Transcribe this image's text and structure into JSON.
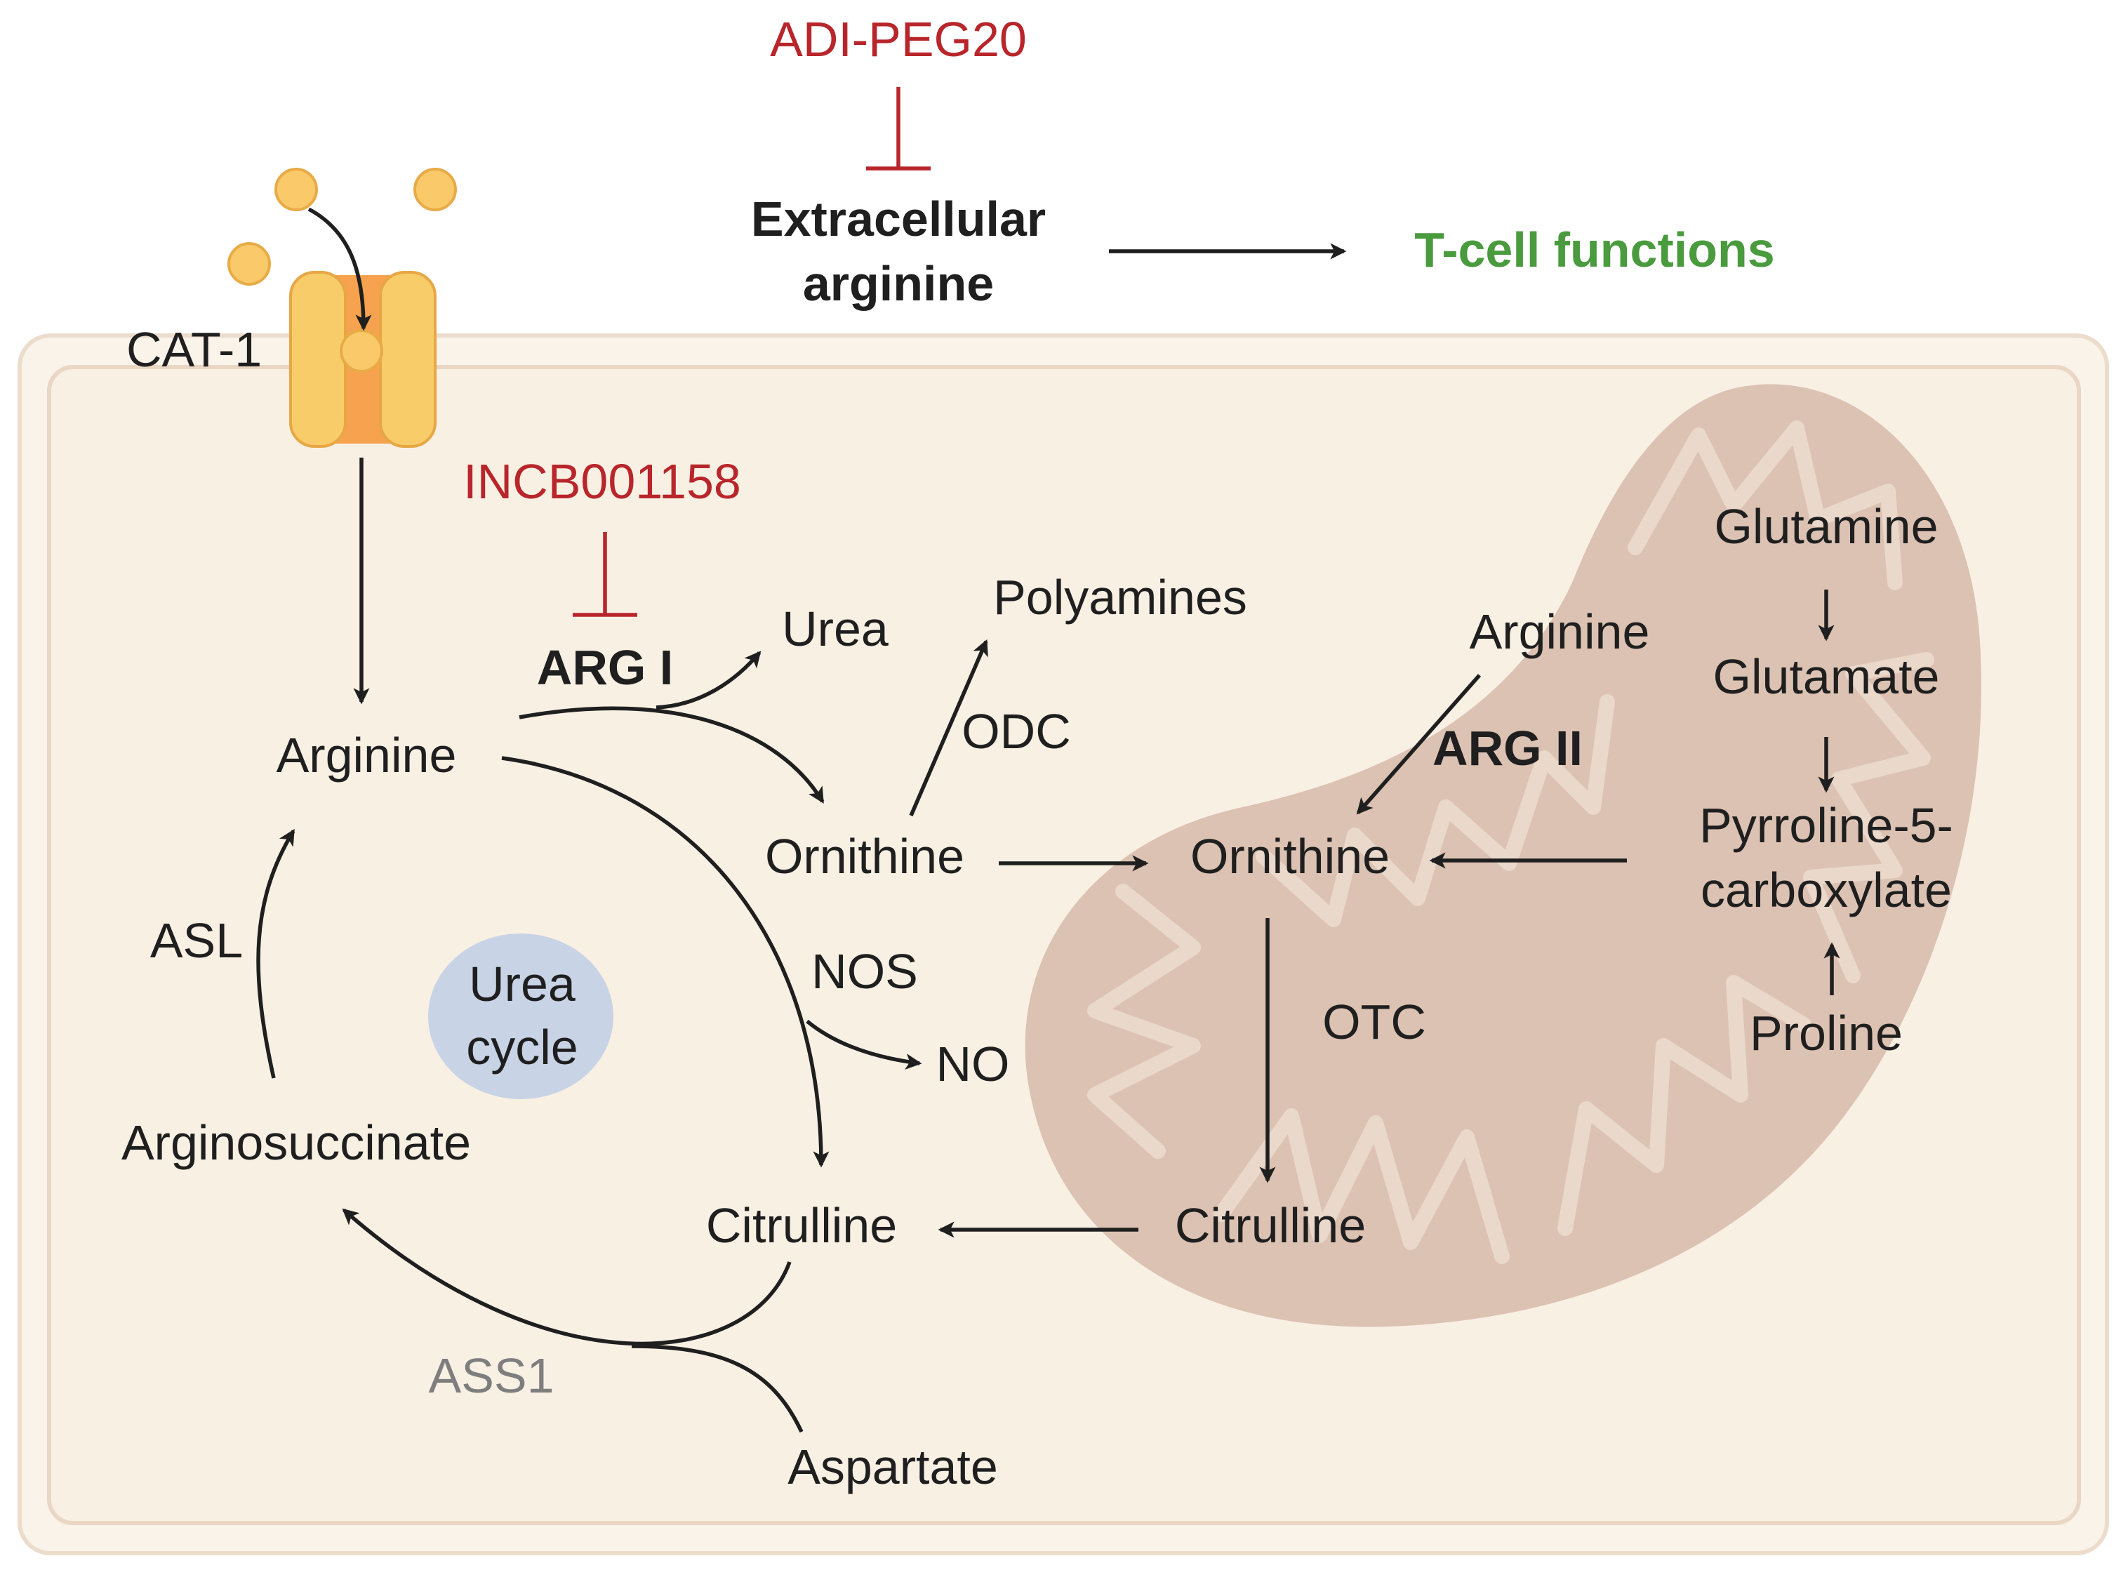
{
  "colors": {
    "cell_fill": "#f9f0e4",
    "cell_border": "#eddccb",
    "mito_fill": "#dcc2b3",
    "mito_inner": "#ead8cb",
    "inhibitor": "#b8262b",
    "outcome": "#4a9a3e",
    "enzyme_grey": "#7e7e7e",
    "transporter_light": "#f9cc6a",
    "transporter_core": "#f6a24e",
    "ligand": "#f9c96a",
    "urea_cycle_bubble": "#c9d3e6"
  },
  "extracellular": {
    "inhibitor": "ADI-PEG20",
    "arginine_line1": "Extracellular",
    "arginine_line2": "arginine",
    "outcome": "T-cell functions",
    "transporter": "CAT-1"
  },
  "cytosol": {
    "inhibitor": "INCB001158",
    "arg1": "ARG I",
    "arginine": "Arginine",
    "urea": "Urea",
    "polyamines": "Polyamines",
    "odc": "ODC",
    "ornithine": "Ornithine",
    "nos": "NOS",
    "no": "NO",
    "asl": "ASL",
    "urea_cycle_line1": "Urea",
    "urea_cycle_line2": "cycle",
    "arginosuccinate": "Arginosuccinate",
    "citrulline": "Citrulline",
    "ass1": "ASS1",
    "aspartate": "Aspartate"
  },
  "mitochondrion": {
    "arginine": "Arginine",
    "arg2": "ARG II",
    "ornithine": "Ornithine",
    "otc": "OTC",
    "citrulline": "Citrulline",
    "glutamine": "Glutamine",
    "glutamate": "Glutamate",
    "p5c_line1": "Pyrroline-5-",
    "p5c_line2": "carboxylate",
    "proline": "Proline"
  }
}
